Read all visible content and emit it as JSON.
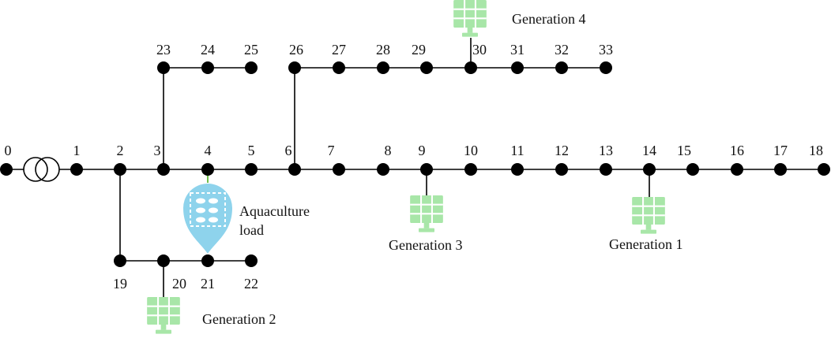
{
  "buses": [
    "0",
    "1",
    "2",
    "3",
    "4",
    "5",
    "6",
    "7",
    "8",
    "9",
    "10",
    "11",
    "12",
    "13",
    "14",
    "15",
    "16",
    "17",
    "18",
    "19",
    "20",
    "21",
    "22",
    "23",
    "24",
    "25",
    "26",
    "27",
    "28",
    "29",
    "30",
    "31",
    "32",
    "33"
  ],
  "generators": [
    {
      "id": "gen1",
      "label": "Generation 1",
      "bus": "14"
    },
    {
      "id": "gen2",
      "label": "Generation 2",
      "bus": "20"
    },
    {
      "id": "gen3",
      "label": "Generation 3",
      "bus": "9"
    },
    {
      "id": "gen4",
      "label": "Generation 4",
      "bus": "30"
    }
  ],
  "load": {
    "label_line1": "Aquaculture",
    "label_line2": "load",
    "bus": "4"
  },
  "colors": {
    "line": "#000000",
    "node": "#000000",
    "solar_panel": "#a8e6a8",
    "solar_grid": "#ffffff",
    "load_marker": "#8ed3ec",
    "load_icon": "#ffffff",
    "load_connector": "#6fbf4a"
  },
  "icons": {
    "generator": "solar-panel-icon",
    "load": "fish-farm-icon",
    "transformer": "transformer-icon"
  }
}
